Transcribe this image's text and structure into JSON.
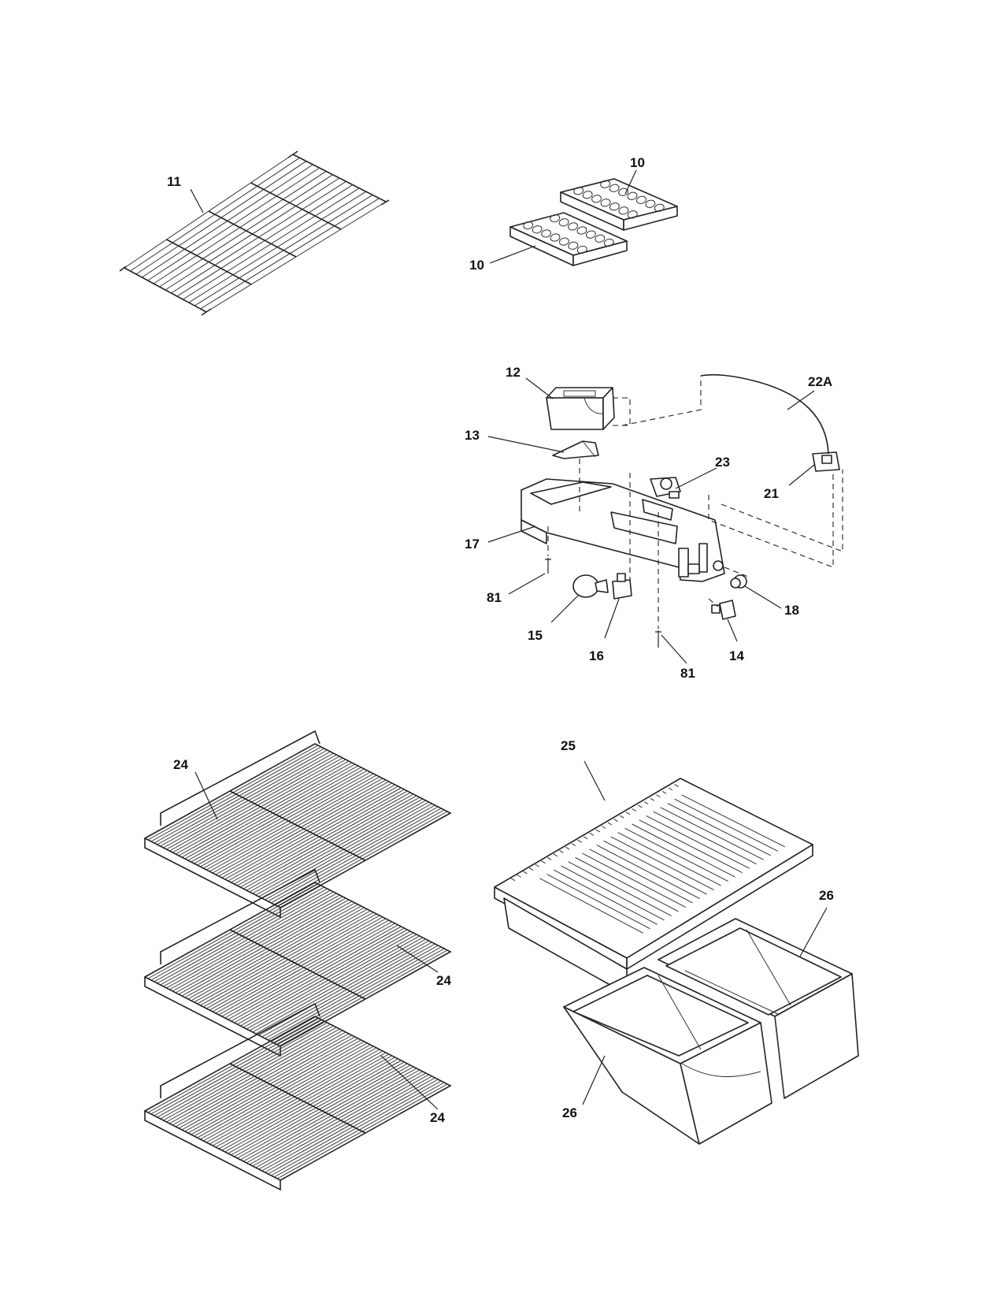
{
  "callouts": {
    "c10a": "10",
    "c10b": "10",
    "c11": "11",
    "c12": "12",
    "c13": "13",
    "c22a": "22A",
    "c23": "23",
    "c21": "21",
    "c17": "17",
    "c81a": "81",
    "c18": "18",
    "c15": "15",
    "c16": "16",
    "c81b": "81",
    "c14": "14",
    "c24a": "24",
    "c24b": "24",
    "c24c": "24",
    "c25": "25",
    "c26a": "26",
    "c26b": "26"
  }
}
